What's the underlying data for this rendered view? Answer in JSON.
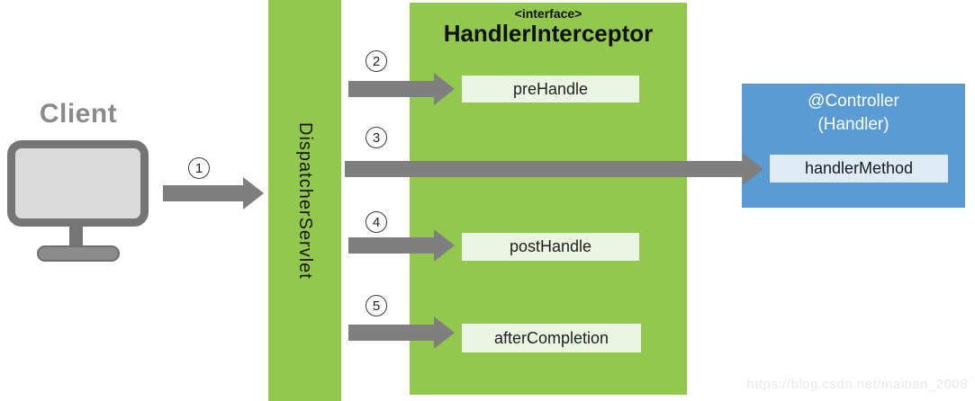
{
  "client": {
    "label": "Client",
    "icon": "monitor-icon"
  },
  "dispatcher": {
    "label": "DispatcherServlet"
  },
  "interceptor": {
    "stereotype": "<interface>",
    "title": "HandlerInterceptor",
    "methods": [
      {
        "label": "preHandle"
      },
      {
        "label": "postHandle"
      },
      {
        "label": "afterCompletion"
      }
    ]
  },
  "controller": {
    "line1": "@Controller",
    "line2": "(Handler)",
    "method": "handlerMethod"
  },
  "steps": [
    {
      "number": "1"
    },
    {
      "number": "2"
    },
    {
      "number": "3"
    },
    {
      "number": "4"
    },
    {
      "number": "5"
    }
  ],
  "watermark": {
    "text": "https://blog.csdn.net/maitian_2008"
  },
  "colors": {
    "green": "#92C94D",
    "method_box_green": "#EAF6E2",
    "controller_blue": "#5B9BD5",
    "handler_method_blue": "#DEEBF7",
    "arrow_gray": "#7F7F7F",
    "client_gray": "#8a8a8a"
  }
}
